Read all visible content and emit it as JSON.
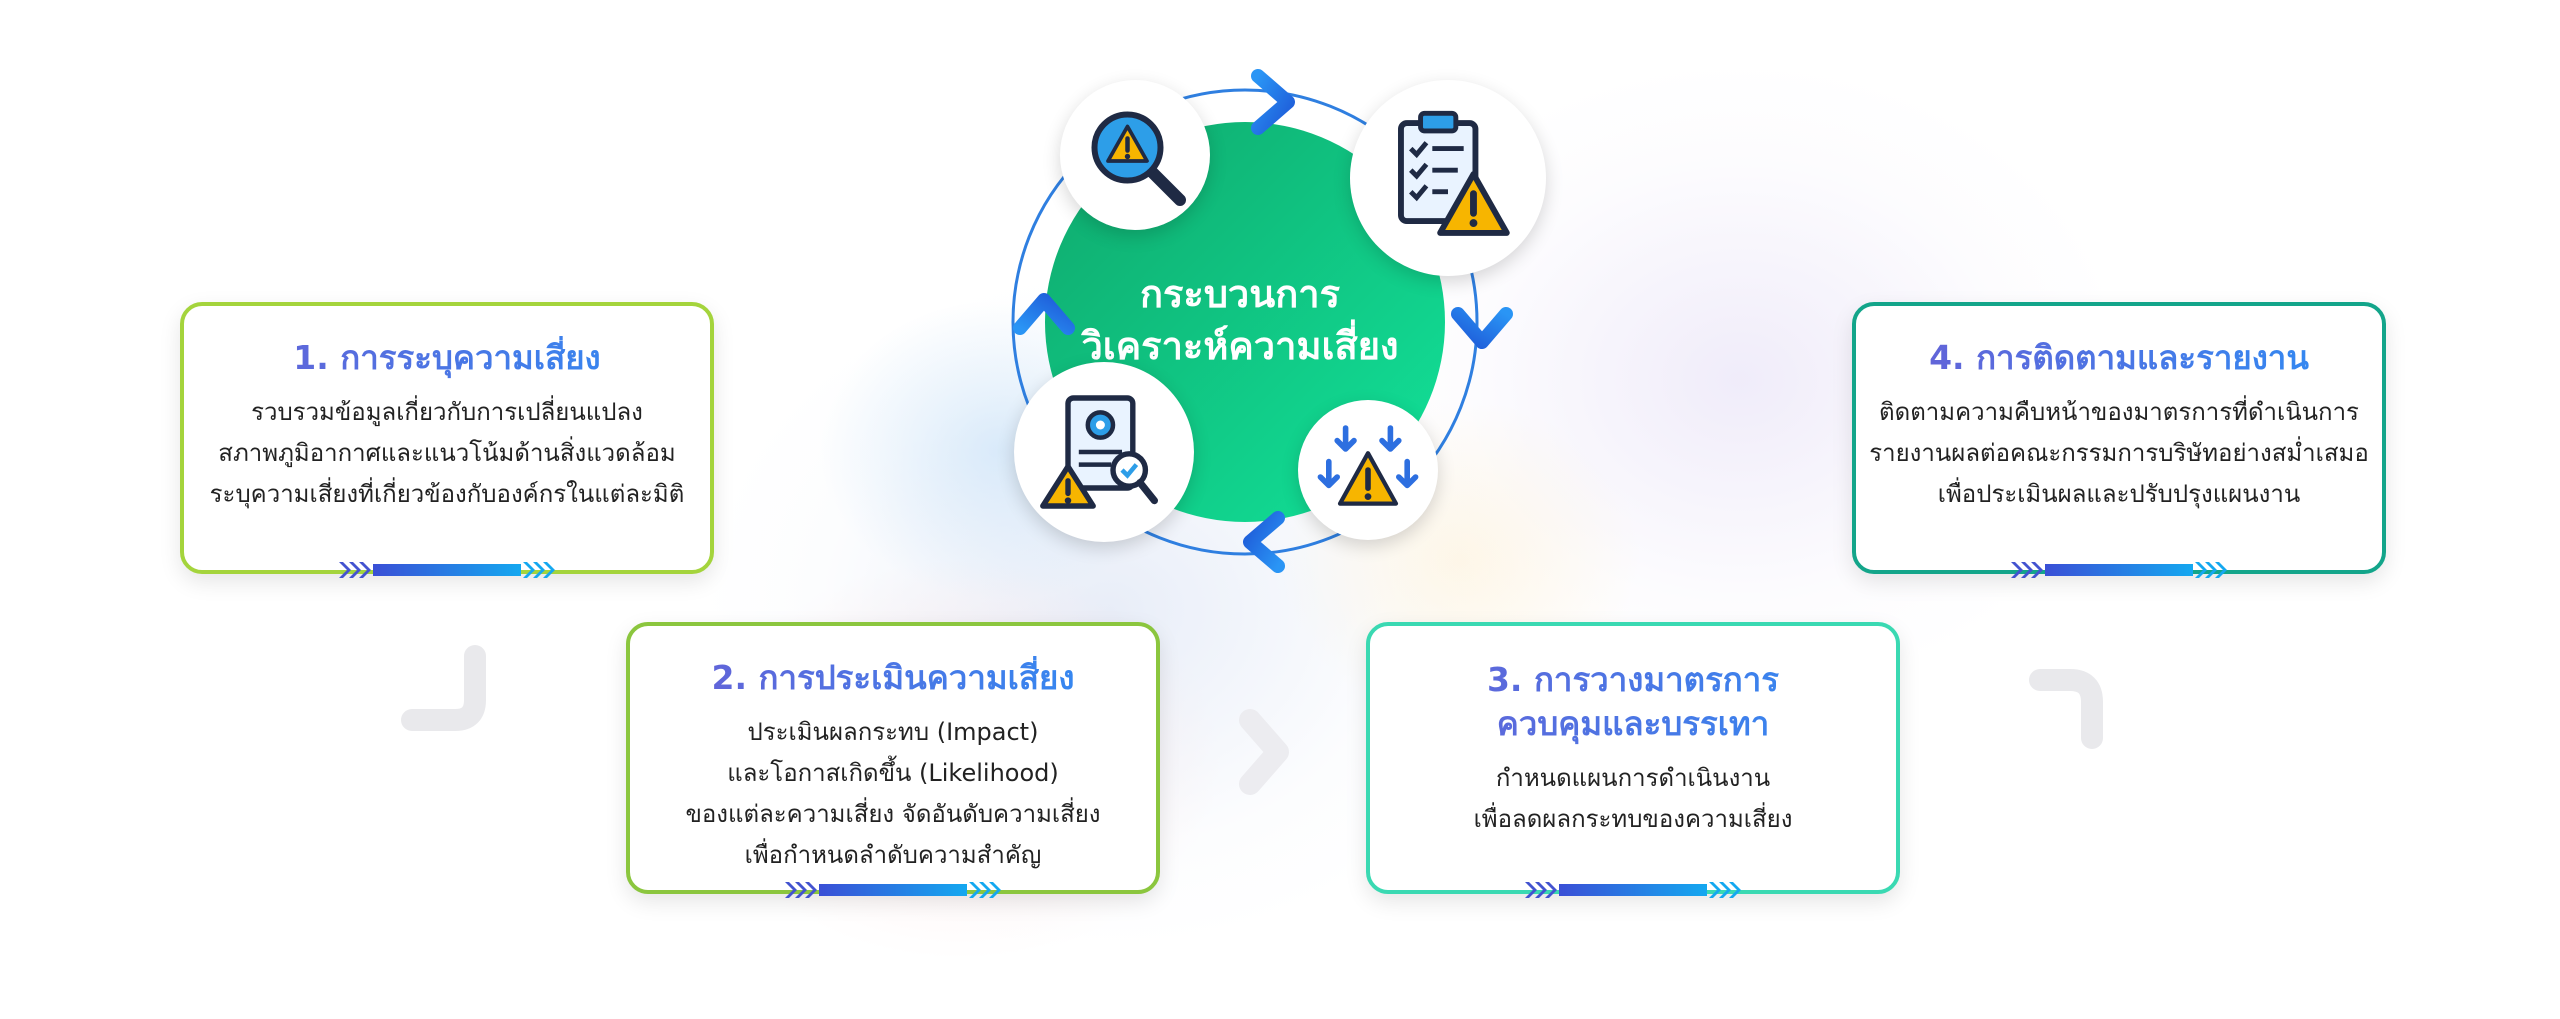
{
  "center": {
    "title_line1": "กระบวนการ",
    "title_line2": "วิเคราะห์ความเสี่ยง"
  },
  "steps": [
    {
      "title": "1. การระบุความเสี่ยง",
      "lines": [
        "รวบรวมข้อมูลเกี่ยวกับการเปลี่ยนแปลง",
        "สภาพภูมิอากาศและแนวโน้มด้านสิ่งแวดล้อม",
        "ระบุความเสี่ยงที่เกี่ยวข้องกับองค์กรในแต่ละมิติ"
      ]
    },
    {
      "title": "2. การประเมินความเสี่ยง",
      "lines": [
        "ประเมินผลกระทบ (Impact)",
        "และโอกาสเกิดขึ้น (Likelihood)",
        "ของแต่ละความเสี่ยง จัดอันดับความเสี่ยง",
        "เพื่อกำหนดลำดับความสำคัญ"
      ]
    },
    {
      "title_line1": "3. การวางมาตรการ",
      "title_line2": "ควบคุมและบรรเทา",
      "lines": [
        "กำหนดแผนการดำเนินงาน",
        "เพื่อลดผลกระทบของความเสี่ยง"
      ]
    },
    {
      "title": "4. การติดตามและรายงาน",
      "lines": [
        "ติดตามความคืบหน้าของมาตรการที่ดำเนินการ",
        "รายงานผลต่อคณะกรรมการบริษัทอย่างสม่ำเสมอ",
        "เพื่อประเมินผลและปรับปรุงแผนงาน"
      ]
    }
  ],
  "icons": [
    "warning-search-icon",
    "checklist-warning-icon",
    "report-warning-icon",
    "downward-warning-icon"
  ],
  "colors": {
    "center_gradient_start": "#0fa86c",
    "center_gradient_end": "#12e39a",
    "ring": "#2f7fe0",
    "arrow": "#1e6fe6",
    "title_gradient_start": "#6a5ed4",
    "title_gradient_end": "#2c8ef5",
    "card1_border": "#a4d43c",
    "card2_border": "#8bc63e",
    "card3_border": "#3ad9b2",
    "card4_border": "#13a58a",
    "warning": "#f7b500"
  }
}
